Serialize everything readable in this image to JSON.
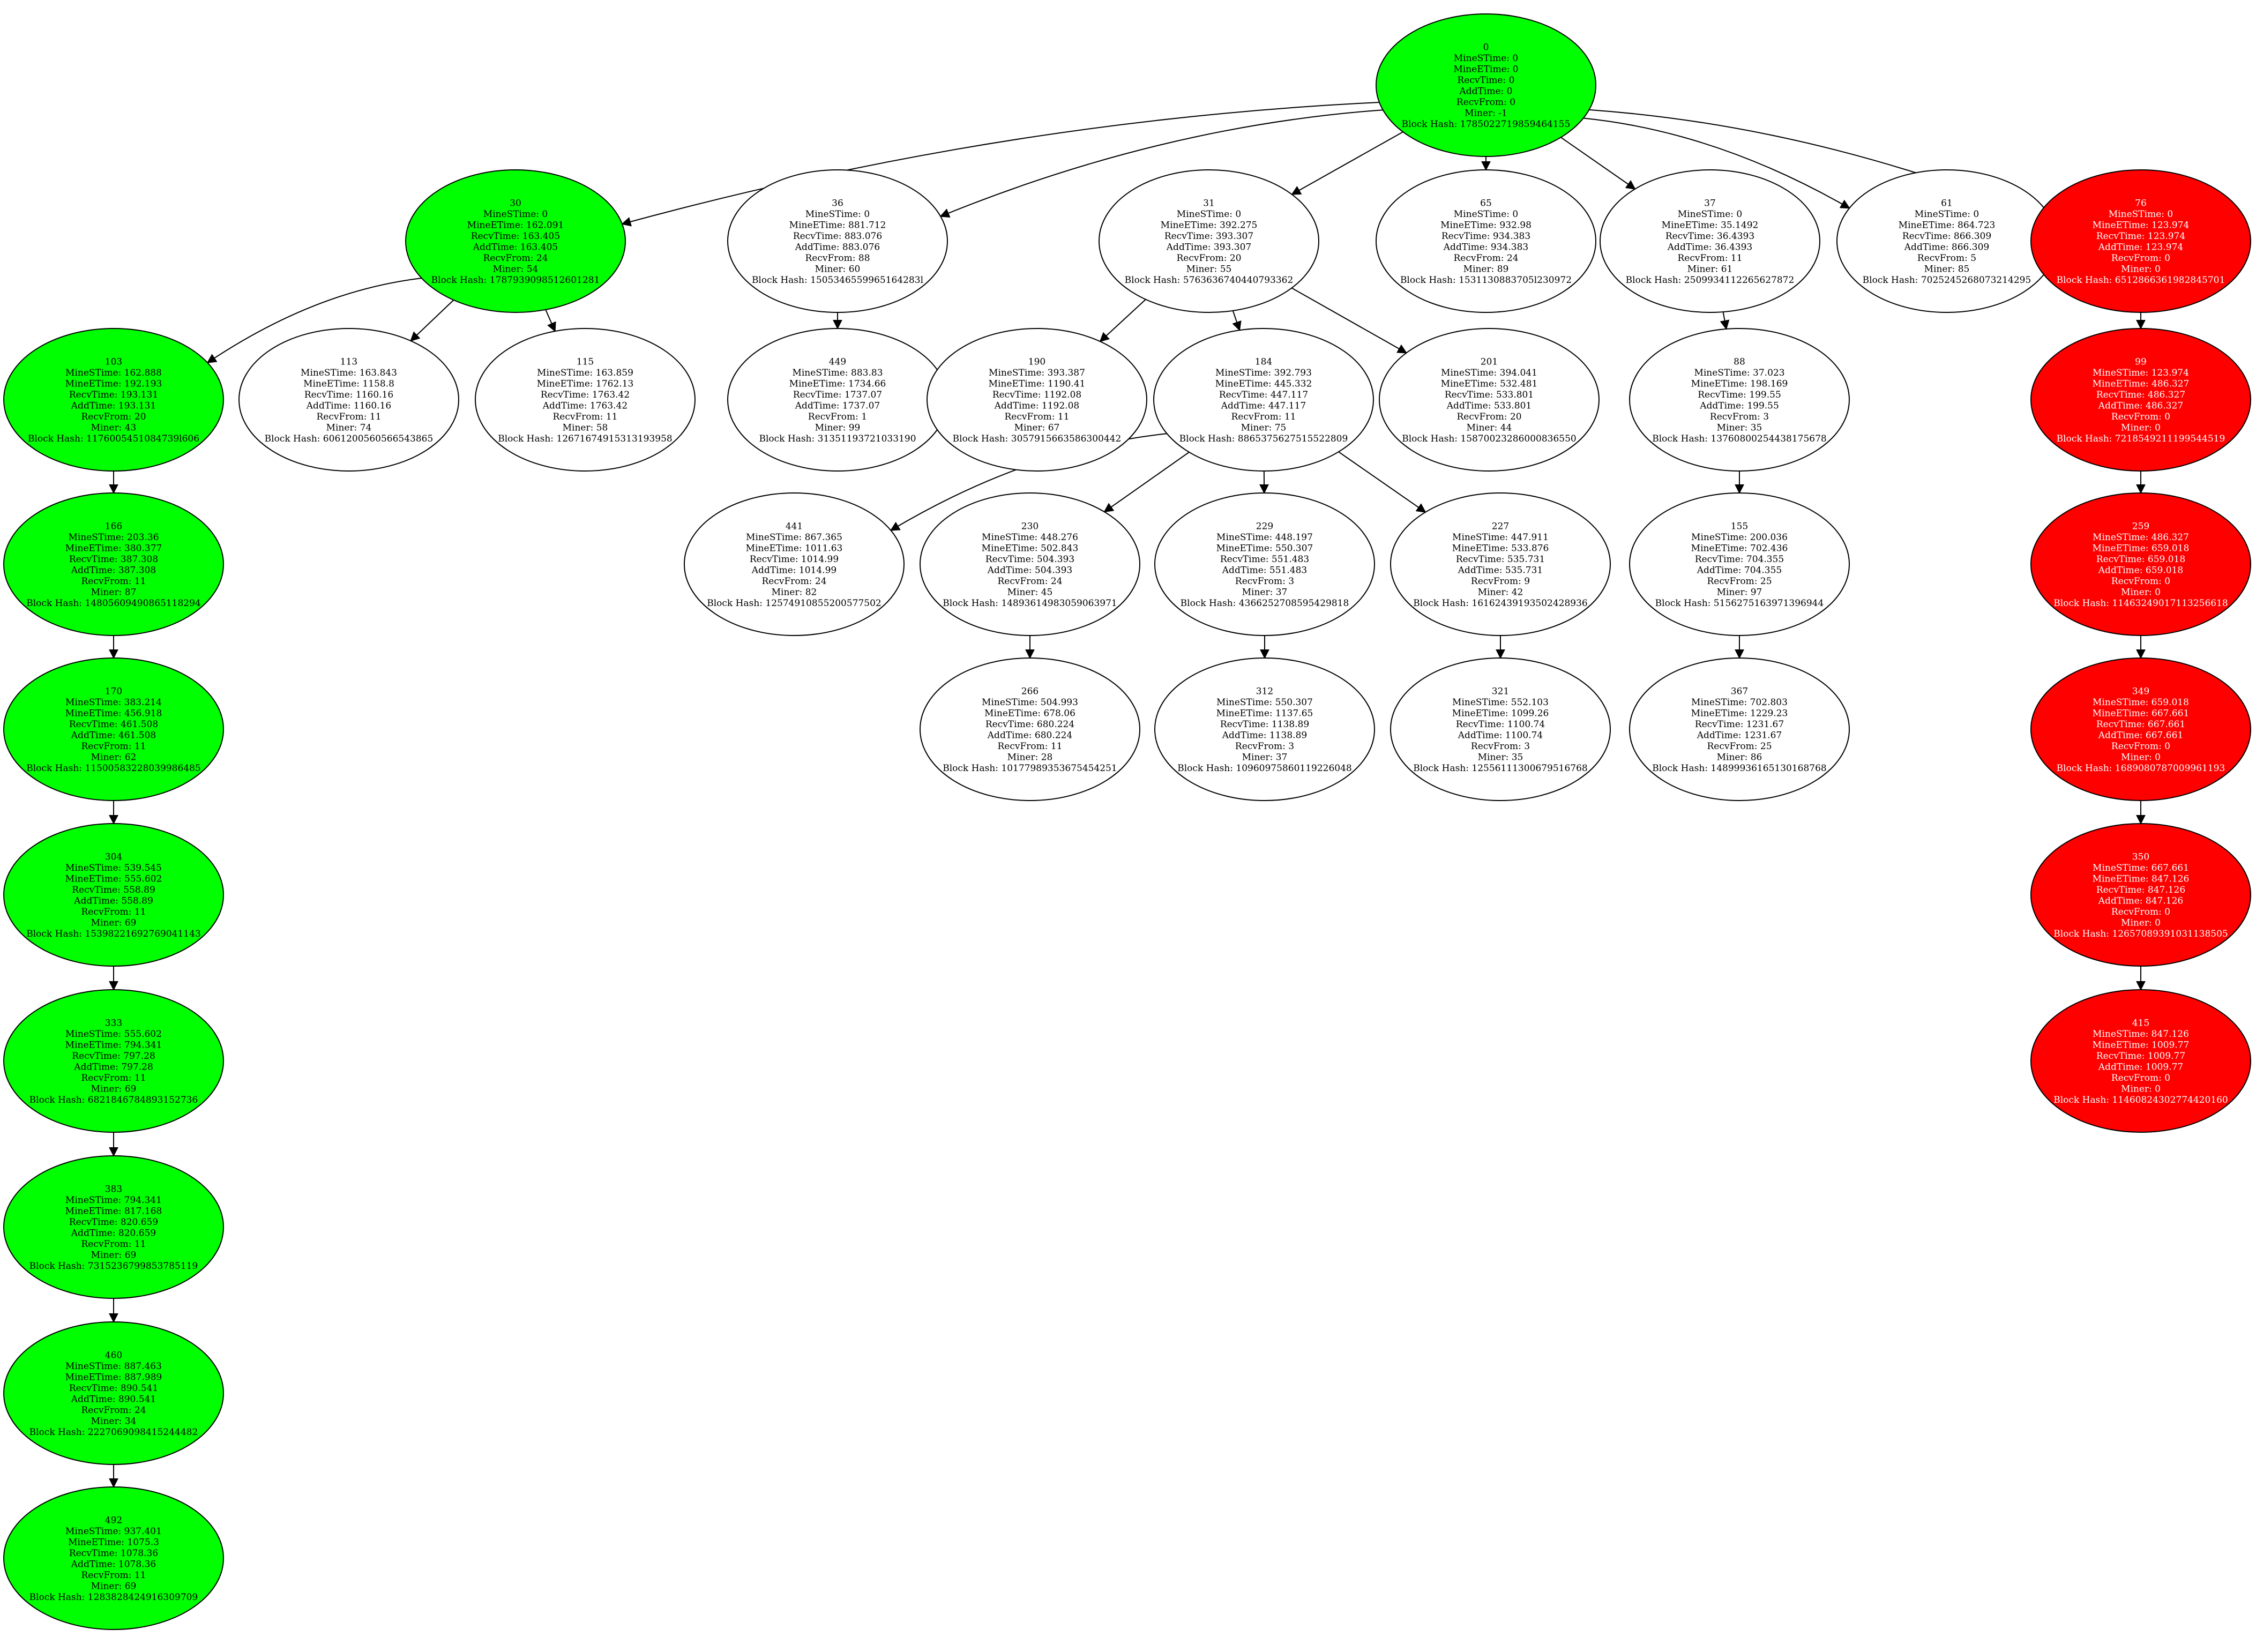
{
  "colors": {
    "green": "#00ff00",
    "red": "#ff0000",
    "white": "#ffffff",
    "stroke": "#000000",
    "text_dark": "#000000",
    "text_light": "#ffffff"
  },
  "nodes": [
    {
      "id": "n0",
      "fill": "green",
      "lines": [
        "0",
        "MineSTime: 0",
        "MineETime: 0",
        "RecvTime: 0",
        "AddTime: 0",
        "RecvFrom: 0",
        "Miner: -1",
        "Block Hash: 1785022719859464155"
      ]
    },
    {
      "id": "n30",
      "fill": "green",
      "lines": [
        "30",
        "MineSTime: 0",
        "MineETime: 162.091",
        "RecvTime: 163.405",
        "AddTime: 163.405",
        "RecvFrom: 24",
        "Miner: 54",
        "Block Hash: 1787939098512601281"
      ]
    },
    {
      "id": "n36",
      "fill": "white",
      "lines": [
        "36",
        "MineSTime: 0",
        "MineETime: 881.712",
        "RecvTime: 883.076",
        "AddTime: 883.076",
        "RecvFrom: 88",
        "Miner: 60",
        "Block Hash: 1505346559965164283l"
      ]
    },
    {
      "id": "n31",
      "fill": "white",
      "lines": [
        "31",
        "MineSTime: 0",
        "MineETime: 392.275",
        "RecvTime: 393.307",
        "AddTime: 393.307",
        "RecvFrom: 20",
        "Miner: 55",
        "Block Hash: 5763636740440793362"
      ]
    },
    {
      "id": "n65",
      "fill": "white",
      "lines": [
        "65",
        "MineSTime: 0",
        "MineETime: 932.98",
        "RecvTime: 934.383",
        "AddTime: 934.383",
        "RecvFrom: 24",
        "Miner: 89",
        "Block Hash: 1531130883705l230972"
      ]
    },
    {
      "id": "n37",
      "fill": "white",
      "lines": [
        "37",
        "MineSTime: 0",
        "MineETime: 35.1492",
        "RecvTime: 36.4393",
        "AddTime: 36.4393",
        "RecvFrom: 11",
        "Miner: 61",
        "Block Hash: 2509934112265627872"
      ]
    },
    {
      "id": "n61",
      "fill": "white",
      "lines": [
        "61",
        "MineSTime: 0",
        "MineETime: 864.723",
        "RecvTime: 866.309",
        "AddTime: 866.309",
        "RecvFrom: 5",
        "Miner: 85",
        "Block Hash: 7025245268073214295"
      ]
    },
    {
      "id": "n76",
      "fill": "red",
      "lines": [
        "76",
        "MineSTime: 0",
        "MineETime: 123.974",
        "RecvTime: 123.974",
        "AddTime: 123.974",
        "RecvFrom: 0",
        "Miner: 0",
        "Block Hash: 6512866361982845701"
      ]
    },
    {
      "id": "n103",
      "fill": "green",
      "lines": [
        "103",
        "MineSTime: 162.888",
        "MineETime: 192.193",
        "RecvTime: 193.131",
        "AddTime: 193.131",
        "RecvFrom: 20",
        "Miner: 43",
        "Block Hash: 1176005451084739l606"
      ]
    },
    {
      "id": "n113",
      "fill": "white",
      "lines": [
        "113",
        "MineSTime: 163.843",
        "MineETime: 1158.8",
        "RecvTime: 1160.16",
        "AddTime: 1160.16",
        "RecvFrom: 11",
        "Miner: 74",
        "Block Hash: 6061200560566543865"
      ]
    },
    {
      "id": "n115",
      "fill": "white",
      "lines": [
        "115",
        "MineSTime: 163.859",
        "MineETime: 1762.13",
        "RecvTime: 1763.42",
        "AddTime: 1763.42",
        "RecvFrom: 11",
        "Miner: 58",
        "Block Hash: 1267167491531319395​8"
      ]
    },
    {
      "id": "n449",
      "fill": "white",
      "lines": [
        "449",
        "MineSTime: 883.83",
        "MineETime: 1734.66",
        "RecvTime: 1737.07",
        "AddTime: 1737.07",
        "RecvFrom: 1",
        "Miner: 99",
        "Block Hash: 3135119372103319​0"
      ]
    },
    {
      "id": "n190",
      "fill": "white",
      "lines": [
        "190",
        "MineSTime: 393.387",
        "MineETime: 1190.41",
        "RecvTime: 1192.08",
        "AddTime: 1192.08",
        "RecvFrom: 11",
        "Miner: 67",
        "Block Hash: 3057915663586300442"
      ]
    },
    {
      "id": "n184",
      "fill": "white",
      "lines": [
        "184",
        "MineSTime: 392.793",
        "MineETime: 445.332",
        "RecvTime: 447.117",
        "AddTime: 447.117",
        "RecvFrom: 11",
        "Miner: 75",
        "Block Hash: 8865375627515522809"
      ]
    },
    {
      "id": "n201",
      "fill": "white",
      "lines": [
        "201",
        "MineSTime: 394.041",
        "MineETime: 532.481",
        "RecvTime: 533.801",
        "AddTime: 533.801",
        "RecvFrom: 20",
        "Miner: 44",
        "Block Hash: 1587002328600083655​0"
      ]
    },
    {
      "id": "n88",
      "fill": "white",
      "lines": [
        "88",
        "MineSTime: 37.023",
        "MineETime: 198.169",
        "RecvTime: 199.55",
        "AddTime: 199.55",
        "RecvFrom: 3",
        "Miner: 35",
        "Block Hash: 1376080025443817567​8"
      ]
    },
    {
      "id": "n99",
      "fill": "red",
      "lines": [
        "99",
        "MineSTime: 123.974",
        "MineETime: 486.327",
        "RecvTime: 486.327",
        "AddTime: 486.327",
        "RecvFrom: 0",
        "Miner: 0",
        "Block Hash: 7218549211199544519"
      ]
    },
    {
      "id": "n166",
      "fill": "green",
      "lines": [
        "166",
        "MineSTime: 203.36",
        "MineETime: 380.377",
        "RecvTime: 387.308",
        "AddTime: 387.308",
        "RecvFrom: 11",
        "Miner: 87",
        "Block Hash: 1480560949086511829​4"
      ]
    },
    {
      "id": "n441",
      "fill": "white",
      "lines": [
        "441",
        "MineSTime: 867.365",
        "MineETime: 1011.63",
        "RecvTime: 1014.99",
        "AddTime: 1014.99",
        "RecvFrom: 24",
        "Miner: 82",
        "Block Hash: 1257491085520057750​2"
      ]
    },
    {
      "id": "n230",
      "fill": "white",
      "lines": [
        "230",
        "MineSTime: 448.276",
        "MineETime: 502.843",
        "RecvTime: 504.393",
        "AddTime: 504.393",
        "RecvFrom: 24",
        "Miner: 45",
        "Block Hash: 1489361498305906397​1"
      ]
    },
    {
      "id": "n229",
      "fill": "white",
      "lines": [
        "229",
        "MineSTime: 448.197",
        "MineETime: 550.307",
        "RecvTime: 551.483",
        "AddTime: 551.483",
        "RecvFrom: 3",
        "Miner: 37",
        "Block Hash: 4366252708595429818"
      ]
    },
    {
      "id": "n227",
      "fill": "white",
      "lines": [
        "227",
        "MineSTime: 447.911",
        "MineETime: 533.876",
        "RecvTime: 535.731",
        "AddTime: 535.731",
        "RecvFrom: 9",
        "Miner: 42",
        "Block Hash: 1616243919350242893​6"
      ]
    },
    {
      "id": "n155",
      "fill": "white",
      "lines": [
        "155",
        "MineSTime: 200.036",
        "MineETime: 702.436",
        "RecvTime: 704.355",
        "AddTime: 704.355",
        "RecvFrom: 25",
        "Miner: 97",
        "Block Hash: 5156275163971396944"
      ]
    },
    {
      "id": "n259",
      "fill": "red",
      "lines": [
        "259",
        "MineSTime: 486.327",
        "MineETime: 659.018",
        "RecvTime: 659.018",
        "AddTime: 659.018",
        "RecvFrom: 0",
        "Miner: 0",
        "Block Hash: 1146324901711325661​8"
      ]
    },
    {
      "id": "n170",
      "fill": "green",
      "lines": [
        "170",
        "MineSTime: 383.214",
        "MineETime: 456.918",
        "RecvTime: 461.508",
        "AddTime: 461.508",
        "RecvFrom: 11",
        "Miner: 62",
        "Block Hash: 1150058322803998648​5"
      ]
    },
    {
      "id": "n266",
      "fill": "white",
      "lines": [
        "266",
        "MineSTime: 504.993",
        "MineETime: 678.06",
        "RecvTime: 680.224",
        "AddTime: 680.224",
        "RecvFrom: 11",
        "Miner: 28",
        "Block Hash: 1017798935367545425​1"
      ]
    },
    {
      "id": "n312",
      "fill": "white",
      "lines": [
        "312",
        "MineSTime: 550.307",
        "MineETime: 1137.65",
        "RecvTime: 1138.89",
        "AddTime: 1138.89",
        "RecvFrom: 3",
        "Miner: 37",
        "Block Hash: 1096097586011922604​8"
      ]
    },
    {
      "id": "n321",
      "fill": "white",
      "lines": [
        "321",
        "MineSTime: 552.103",
        "MineETime: 1099.26",
        "RecvTime: 1100.74",
        "AddTime: 1100.74",
        "RecvFrom: 3",
        "Miner: 35",
        "Block Hash: 1255611130067951676​8"
      ]
    },
    {
      "id": "n367",
      "fill": "white",
      "lines": [
        "367",
        "MineSTime: 702.803",
        "MineETime: 1229.23",
        "RecvTime: 1231.67",
        "AddTime: 1231.67",
        "RecvFrom: 25",
        "Miner: 86",
        "Block Hash: 1489993616513016876​8"
      ]
    },
    {
      "id": "n349",
      "fill": "red",
      "lines": [
        "349",
        "MineSTime: 659.018",
        "MineETime: 667.661",
        "RecvTime: 667.661",
        "AddTime: 667.661",
        "RecvFrom: 0",
        "Miner: 0",
        "Block Hash: 1689080787009961193"
      ]
    },
    {
      "id": "n304",
      "fill": "green",
      "lines": [
        "304",
        "MineSTime: 539.545",
        "MineETime: 555.602",
        "RecvTime: 558.89",
        "AddTime: 558.89",
        "RecvFrom: 11",
        "Miner: 69",
        "Block Hash: 1539822169276904114​3"
      ]
    },
    {
      "id": "n350",
      "fill": "red",
      "lines": [
        "350",
        "MineSTime: 667.661",
        "MineETime: 847.126",
        "RecvTime: 847.126",
        "AddTime: 847.126",
        "RecvFrom: 0",
        "Miner: 0",
        "Block Hash: 1265708939103113850​5"
      ]
    },
    {
      "id": "n333",
      "fill": "green",
      "lines": [
        "333",
        "MineSTime: 555.602",
        "MineETime: 794.341",
        "RecvTime: 797.28",
        "AddTime: 797.28",
        "RecvFrom: 11",
        "Miner: 69",
        "Block Hash: 6821846784893152736"
      ]
    },
    {
      "id": "n415",
      "fill": "red",
      "lines": [
        "415",
        "MineSTime: 847.126",
        "MineETime: 1009.77",
        "RecvTime: 1009.77",
        "AddTime: 1009.77",
        "RecvFrom: 0",
        "Miner: 0",
        "Block Hash: 1146082430277442016​0"
      ]
    },
    {
      "id": "n383",
      "fill": "green",
      "lines": [
        "383",
        "MineSTime: 794.341",
        "MineETime: 817.168",
        "RecvTime: 820.659",
        "AddTime: 820.659",
        "RecvFrom: 11",
        "Miner: 69",
        "Block Hash: 7315236799853785119"
      ]
    },
    {
      "id": "n460",
      "fill": "green",
      "lines": [
        "460",
        "MineSTime: 887.463",
        "MineETime: 887.989",
        "RecvTime: 890.541",
        "AddTime: 890.541",
        "RecvFrom: 24",
        "Miner: 34",
        "Block Hash: 2227069098415244482"
      ]
    },
    {
      "id": "n492",
      "fill": "green",
      "lines": [
        "492",
        "MineSTime: 937.401",
        "MineETime: 1075.3",
        "RecvTime: 1078.36",
        "AddTime: 1078.36",
        "RecvFrom: 11",
        "Miner: 69",
        "Block Hash: 1283828424916309709"
      ]
    }
  ],
  "edges": [
    [
      "n0",
      "n30"
    ],
    [
      "n0",
      "n36"
    ],
    [
      "n0",
      "n31"
    ],
    [
      "n0",
      "n65"
    ],
    [
      "n0",
      "n37"
    ],
    [
      "n0",
      "n61"
    ],
    [
      "n0",
      "n76"
    ],
    [
      "n30",
      "n103"
    ],
    [
      "n30",
      "n113"
    ],
    [
      "n30",
      "n115"
    ],
    [
      "n36",
      "n449"
    ],
    [
      "n31",
      "n190"
    ],
    [
      "n31",
      "n184"
    ],
    [
      "n31",
      "n201"
    ],
    [
      "n37",
      "n88"
    ],
    [
      "n76",
      "n99"
    ],
    [
      "n103",
      "n166"
    ],
    [
      "n184",
      "n441"
    ],
    [
      "n184",
      "n230"
    ],
    [
      "n184",
      "n229"
    ],
    [
      "n184",
      "n227"
    ],
    [
      "n88",
      "n155"
    ],
    [
      "n99",
      "n259"
    ],
    [
      "n166",
      "n170"
    ],
    [
      "n230",
      "n266"
    ],
    [
      "n229",
      "n312"
    ],
    [
      "n227",
      "n321"
    ],
    [
      "n155",
      "n367"
    ],
    [
      "n259",
      "n349"
    ],
    [
      "n170",
      "n304"
    ],
    [
      "n349",
      "n350"
    ],
    [
      "n304",
      "n333"
    ],
    [
      "n350",
      "n415"
    ],
    [
      "n333",
      "n383"
    ],
    [
      "n383",
      "n460"
    ],
    [
      "n460",
      "n492"
    ]
  ]
}
